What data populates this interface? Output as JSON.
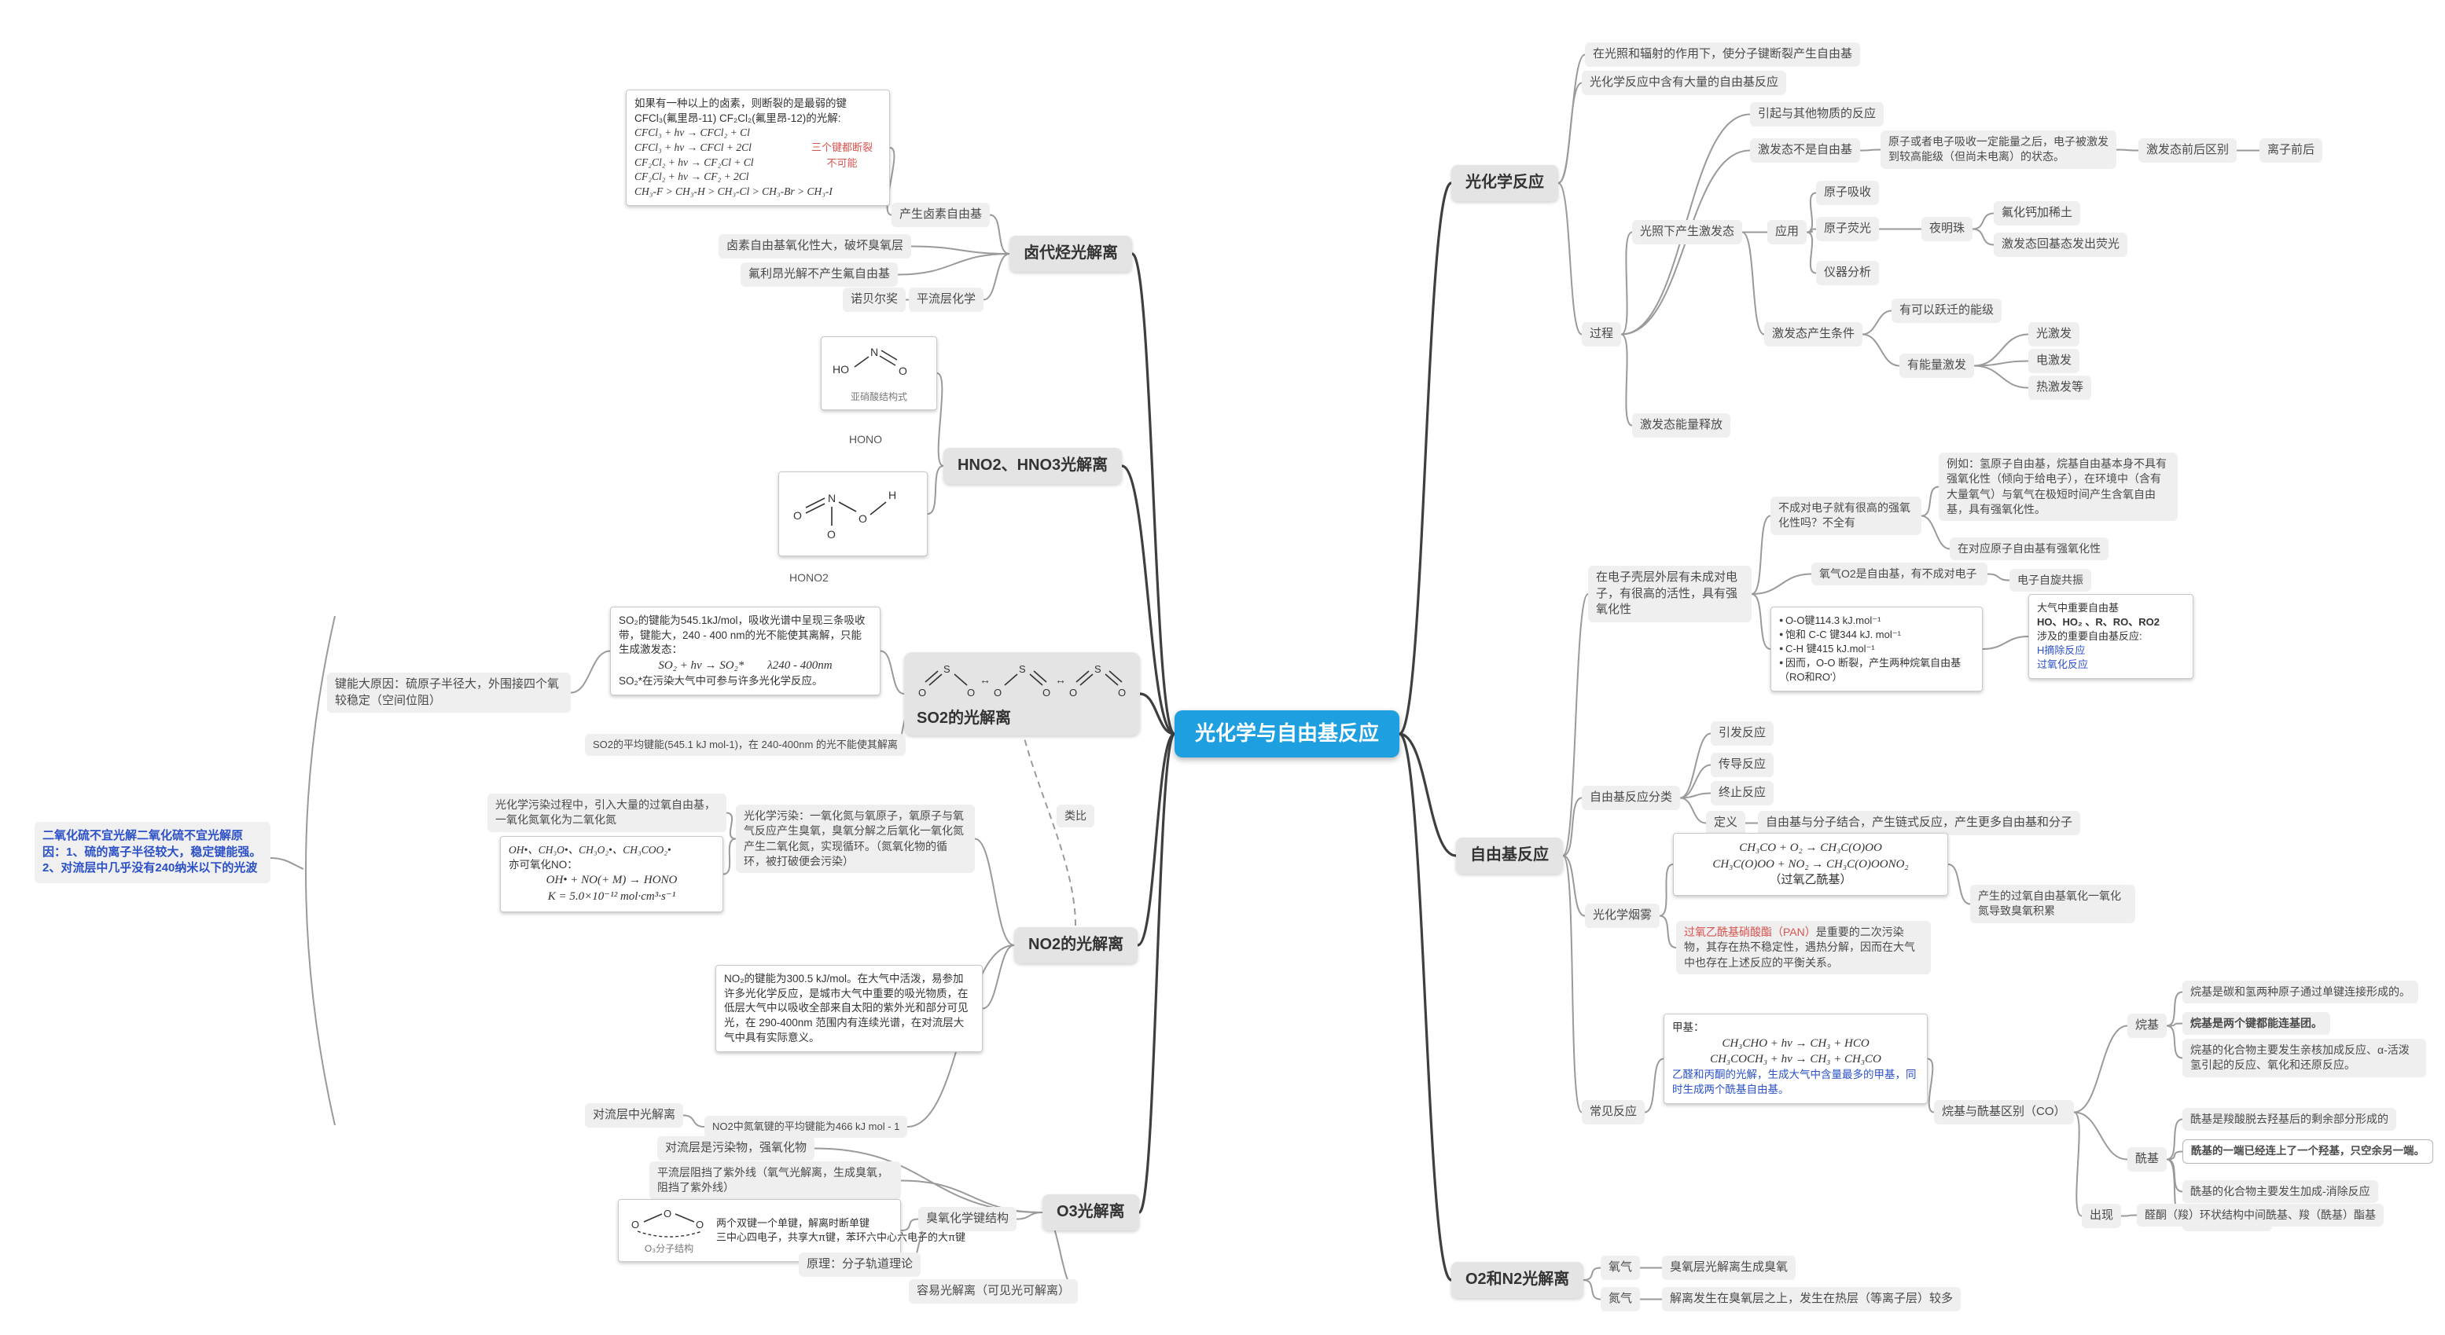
{
  "colors": {
    "center_bg": "#1e9fe0",
    "center_text": "#ffffff",
    "highlight_red": "#d9534f",
    "highlight_blue": "#2b50c8",
    "node_bg": "#efefef",
    "branch_bg": "#e4e4e4",
    "link": "#9a9a9a"
  },
  "atoms": {
    "ho": "HO",
    "h": "H",
    "n": "N",
    "o": "O",
    "s": "S",
    "resonance_arrow": "↔"
  },
  "nodes": {
    "center": "光化学与自由基反应",
    "note": "二氧化硫不宜光解二氧化硫不宜光解原因：1、硫的离子半径较大，稳定键能强。2、对流层中几乎没有240纳米以下的光波",
    "analogy": "类比",
    "halo": {
      "title": "卤代烃光解离",
      "radical": "产生卤素自由基",
      "oxid": "卤素自由基氧化性大，破坏臭氧层",
      "freon": "氟利昂光解不产生氟自由基",
      "nobel": "诺贝尔奖",
      "strat": "平流层化学",
      "box": {
        "l1": "如果有一种以上的卤素，则断裂的是最弱的键",
        "l2": "CFCl₃(氟里昂-11) CF₂Cl₂(氟里昂-12)的光解:",
        "eq1": "CFCl₃ + hν → CFCl₂ + Cl",
        "eq2": "CFCl₃ + hν → CFCl + 2Cl",
        "eq3": "CF₂Cl₂ + hν → CF₂Cl + Cl",
        "eq4": "CF₂Cl₂ + hν → CF₂ + 2Cl",
        "red1": "三个键都断裂",
        "red2": "不可能",
        "order": "CH₃-F > CH₃-H > CH₃-Cl > CH₃-Br > CH₃-I"
      }
    },
    "hno": {
      "title": "HNO2、HNO3光解离",
      "caption1": "亚硝酸结构式",
      "label1": "HONO",
      "label2": "HONO2"
    },
    "so2": {
      "title": "SO2的光解离",
      "reason": "键能大原因：硫原子半径大，外围接四个氧较稳定（空间位阻）",
      "avg": "SO2的平均键能(545.1 kJ mol-1)，在 240-400nm 的光不能使其解离",
      "big": {
        "t1": "SO₂的键能为545.1kJ/mol，吸收光谱中呈现三条吸收带，键能大，240 - 400 nm的光不能使其离解，只能生成激发态：",
        "eq": "SO₂ + hν → SO₂*　　λ240 - 400nm",
        "t2": "SO₂*在污染大气中可参与许多光化学反应。"
      }
    },
    "no2": {
      "title": "NO2的光解离",
      "intro": "光化学污染过程中，引入大量的过氧自由基，一氧化氮氧化为二氧化氮",
      "pollution": "光化学污染：一氧化氮与氧原子，氧原子与氧气反应产生臭氧，臭氧分解之后氧化一氧化氮产生二氧化氮，实现循环。（氮氧化物的循环，被打破便会污染）",
      "big": "NO₂的键能为300.5 kJ/mol。在大气中活泼，易参加许多光化学反应，是城市大气中重要的吸光物质，在低层大气中以吸收全部来自太阳的紫外光和部分可见光，在 290-400nm 范围内有连续光谱，在对流层大气中具有实际意义。",
      "tropo": "对流层中光解离",
      "bond466": "NO2中氮氧键的平均键能为466 kJ mol - 1",
      "eqbox": {
        "l1": "OH•、CH₃O•、CH₃O₂•、CH₃COO₂•",
        "l2": "亦可氧化NO：",
        "l3": "OH• + NO(+ M) → HONO",
        "l4": "K = 5.0×10⁻¹² mol·cm³·s⁻¹"
      }
    },
    "o3": {
      "title": "O3光解离",
      "tropo": "对流层是污染物，强氧化物",
      "strat": "平流层阻挡了紫外线（氧气光解离，生成臭氧，阻挡了紫外线）",
      "bondstruct": "臭氧化学键结构",
      "principle": "原理：分子轨道理论",
      "easy": "容易光解离（可见光可解离）",
      "box": {
        "caption": "O₃分子结构",
        "t1": "两个双键一个单键，解离时断单键",
        "t2": "三中心四电子，共享大π键，苯环六中心六电子的大π键"
      }
    },
    "photo": {
      "title": "光化学反应",
      "c1": "在光照和辐射的作用下，使分子键断裂产生自由基",
      "c2": "光化学反应中含有大量的自由基反应",
      "process": "过程",
      "p1": "引起与其他物质的反应",
      "p2": "激发态不是自由基",
      "p2a": "原子或者电子吸收一定能量之后，电子被激发到较高能级（但尚未电离）的状态。",
      "p2b": "激发态前后区别",
      "p2c": "离子前后",
      "p3": "光照下产生激发态",
      "app": "应用",
      "app1": "原子吸收",
      "app2": "原子荧光",
      "night": "夜明珠",
      "night1": "氟化钙加稀土",
      "night2": "激发态回基态发出荧光",
      "app3": "仪器分析",
      "cond": "激发态产生条件",
      "cond1": "有可以跃迁的能级",
      "cond2": "有能量激发",
      "exc1": "光激发",
      "exc2": "电激发",
      "exc3": "热激发等",
      "p4": "激发态能量释放"
    },
    "radical": {
      "title": "自由基反应",
      "def": "在电子壳层外层有未成对电子，有很高的活性，具有强氧化性",
      "q": "不成对电子就有很高的强氧化性吗？不全有",
      "qex": "例如：氢原子自由基，烷基自由基本身不具有强氧化性（倾向于给电子），在环境中（含有大量氧气）与氧气在极短时间产生含氧自由基，具有强氧化性。",
      "qex2": "在对应原子自由基有强氧化性",
      "o2": "氧气O2是自由基，有不成对电子",
      "esr": "电子自旋共振",
      "bonds": {
        "b1": "O-O键114.3 kJ.mol⁻¹",
        "b2": "饱和 C-C 键344 kJ. mol⁻¹",
        "b3": "C-H 键415 kJ.mol⁻¹",
        "b4": "因而，O-O 断裂，产生两种烷氧自由基（RO和RO'）"
      },
      "imp": {
        "t1": "大气中重要自由基",
        "t2": "HO、HO₂ 、R、RO、RO2",
        "t3": "涉及的重要自由基反应:",
        "r1": "H摘除反应",
        "r2": "过氧化反应"
      },
      "cls": "自由基反应分类",
      "cls1": "引发反应",
      "cls2": "传导反应",
      "cls3": "终止反应",
      "clsdef": "定义",
      "clsdeftext": "自由基与分子结合，产生链式反应，产生更多自由基和分子",
      "smog": "光化学烟雾",
      "smogeq": {
        "e1": "CH₃CO + O₂ → CH₃C(O)OO",
        "e2": "CH₃C(O)OO + NO₂ → CH₃C(O)OONO₂",
        "cap": "（过氧乙酰基）"
      },
      "pan_red": "过氧乙酰基硝酸酯（PAN）",
      "pan_rest": "是重要的二次污染物，其存在热不稳定性，遇热分解，因而在大气中也存在上述反应的平衡关系。",
      "smogres": "产生的过氧自由基氧化一氧化氮导致臭氧积累",
      "common": "常见反应",
      "methyl": {
        "t1": "甲基：",
        "e1": "CH₃CHO + hν → CH₃ + HCO",
        "e2": "CH₃COCH₃ + hν → CH₃ + CH₃CO",
        "blue": "乙醛和丙酮的光解，生成大气中含量最多的甲基，同时生成两个酰基自由基。"
      },
      "diff": "烷基与酰基区别（CO）",
      "alkyl": "烷基",
      "alkyl1": "烷基是碳和氢两种原子通过单键连接形成的。",
      "alkyl2": "烷基是两个键都能连基团。",
      "alkyl3": "烷基的化合物主要发生亲核加成反应、α-活泼氢引起的反应、氧化和还原反应。",
      "acyl": "酰基",
      "acyl1": "酰基是羧酸脱去羟基后的剩余部分形成的",
      "acyl2": "酰基的一端已经连上了一个羟基，只空余另一端。",
      "acyl3": "酰基的化合物主要发生加成-消除反应",
      "acyl4": "COOH,COCl等",
      "appear": "出现",
      "appeartext": "醛酮（羧）环状结构中间酰基、羧（酰基）酯基"
    },
    "o2n2": {
      "title": "O2和N2光解离",
      "o2": "氧气",
      "o2t": "臭氧层光解离生成臭氧",
      "n2": "氮气",
      "n2t": "解离发生在臭氧层之上，发生在热层（等离子层）较多"
    }
  }
}
